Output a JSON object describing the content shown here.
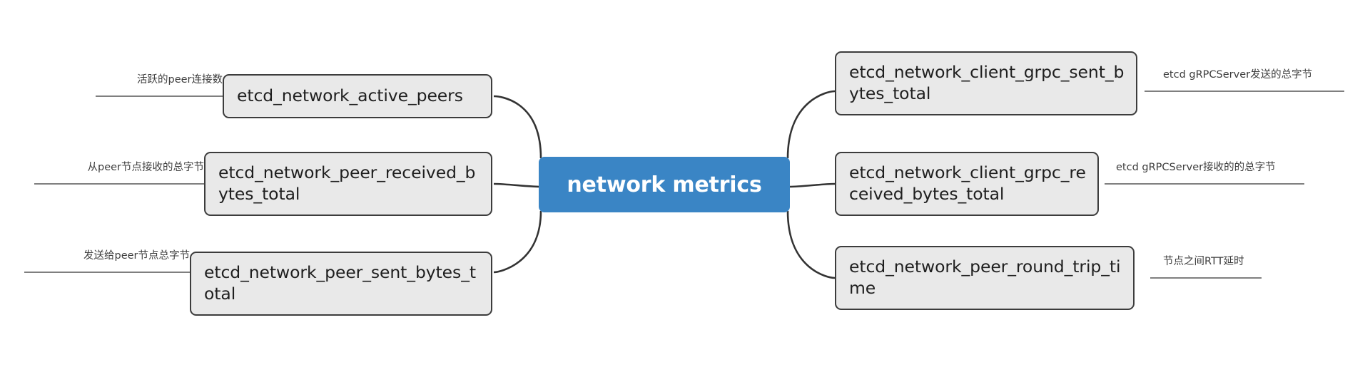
{
  "diagram": {
    "title": "network metrics",
    "type": "mindmap",
    "background_color": "#ffffff",
    "center_color": "#3a85c5",
    "node_fill": "#e9e9e9",
    "node_border": "#3c3c3c",
    "edge_color": "#333333"
  },
  "center": {
    "label": "network metrics"
  },
  "left_branches": [
    {
      "node_label": "etcd_network_active_peers",
      "edge_label": "活跃的peer连接数"
    },
    {
      "node_label": "etcd_network_peer_received_bytes_total",
      "edge_label": "从peer节点接收的总字节"
    },
    {
      "node_label": "etcd_network_peer_sent_bytes_total",
      "edge_label": "发送给peer节点总字节"
    }
  ],
  "right_branches": [
    {
      "node_label": "etcd_network_client_grpc_sent_bytes_total",
      "edge_label": "etcd gRPCServer发送的总字节"
    },
    {
      "node_label": "etcd_network_client_grpc_received_bytes_total",
      "edge_label": "etcd gRPCServer接收的的总字节"
    },
    {
      "node_label": "etcd_network_peer_round_trip_time",
      "edge_label": "节点之间RTT延时"
    }
  ]
}
